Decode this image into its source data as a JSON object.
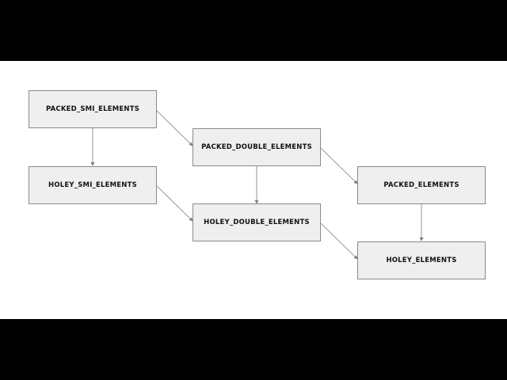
{
  "diagram": {
    "nodes": [
      {
        "id": "packed_smi",
        "label": "PACKED_SMI_ELEMENTS"
      },
      {
        "id": "holey_smi",
        "label": "HOLEY_SMI_ELEMENTS"
      },
      {
        "id": "packed_double",
        "label": "PACKED_DOUBLE_ELEMENTS"
      },
      {
        "id": "holey_double",
        "label": "HOLEY_DOUBLE_ELEMENTS"
      },
      {
        "id": "packed",
        "label": "PACKED_ELEMENTS"
      },
      {
        "id": "holey",
        "label": "HOLEY_ELEMENTS"
      }
    ],
    "edges": [
      {
        "from": "packed_smi",
        "to": "holey_smi"
      },
      {
        "from": "packed_smi",
        "to": "packed_double"
      },
      {
        "from": "holey_smi",
        "to": "holey_double"
      },
      {
        "from": "packed_double",
        "to": "holey_double"
      },
      {
        "from": "packed_double",
        "to": "packed"
      },
      {
        "from": "holey_double",
        "to": "holey"
      },
      {
        "from": "packed",
        "to": "holey"
      }
    ]
  },
  "colors": {
    "background": "#ffffff",
    "letterbox": "#000000",
    "node_fill": "#efefef",
    "node_border": "#8a8a8a",
    "edge": "#7a7a7a",
    "text": "#111111"
  }
}
